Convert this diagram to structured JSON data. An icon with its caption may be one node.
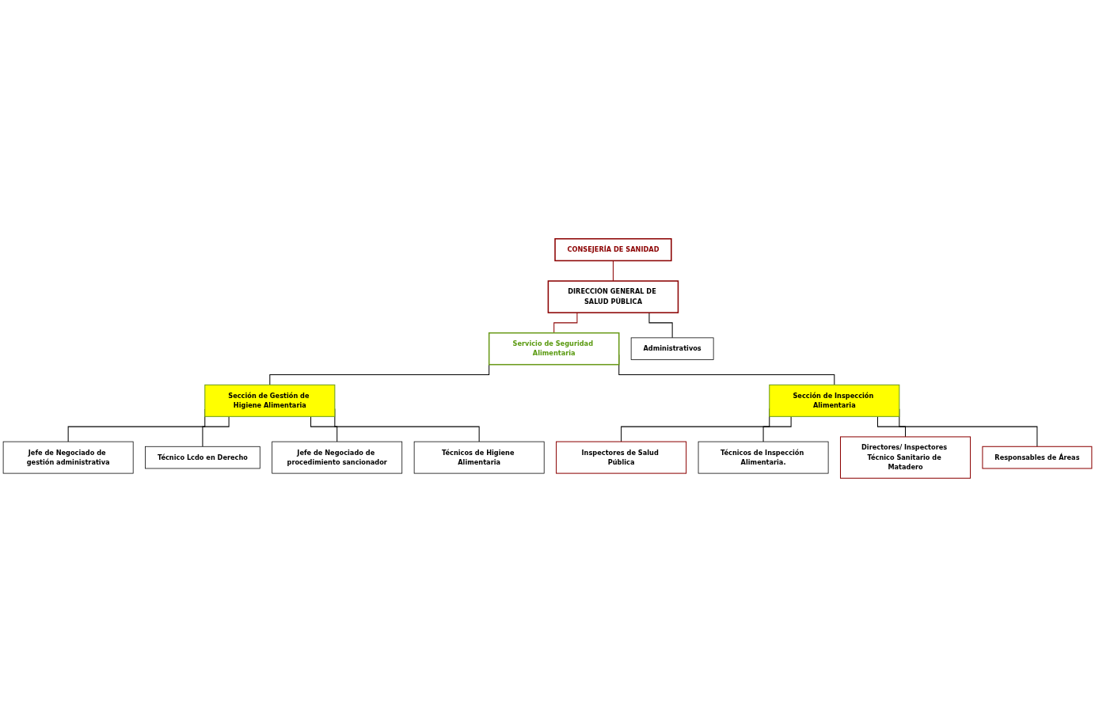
{
  "diagram": {
    "nodes": [
      {
        "text": [
          "CONSEJERÍA DE SANIDAD"
        ]
      },
      {
        "text": [
          "DIRECCIÓN GENERAL DE SALUD PÚBLICA"
        ]
      },
      {
        "text": [
          "Servicio de Seguridad Alimentaria"
        ]
      },
      {
        "text": [
          "Sección de Gestión de Higiene Alimentaria"
        ]
      },
      {
        "text": [
          "Sección de Inspección Alimentaria"
        ]
      },
      {
        "text": [
          "Jefe de Negociado de gestión administrativa"
        ]
      },
      {
        "text": [
          "Responsables de Áreas"
        ]
      },
      {
        "text": [
          "Directores/ Inspectores Técnico Sanitario de Matadero"
        ]
      },
      {
        "text": [
          "Jefe de Negociado de procedimiento sancionador"
        ]
      },
      {
        "text": [
          "Administrativos"
        ]
      },
      {
        "text": [
          "Técnicos de Higiene Alimentaria"
        ]
      },
      {
        "text": [
          "Inspectores de Salud Pública"
        ]
      },
      {
        "text": [
          "Técnicos de Inspección Alimentaria."
        ]
      },
      {
        "text": [
          "Técnico Lcdo en Derecho"
        ]
      }
    ],
    "edges": [
      {
        "from": 0,
        "to": 1,
        "arrow": "none",
        "color": "#8b0000"
      },
      {
        "from": 1,
        "to": 2,
        "arrow": "none",
        "color": "#8b0000"
      },
      {
        "from": 1,
        "to": 9,
        "arrow": "none"
      },
      {
        "from": 2,
        "to": 3,
        "arrow": "none"
      },
      {
        "from": 2,
        "to": 4,
        "arrow": "none"
      },
      {
        "from": 3,
        "to": 5,
        "arrow": "none"
      },
      {
        "from": 3,
        "to": 13,
        "arrow": "none"
      },
      {
        "from": 3,
        "to": 8,
        "arrow": "none"
      },
      {
        "from": 3,
        "to": 10,
        "arrow": "none"
      },
      {
        "from": 4,
        "to": 11,
        "arrow": "none"
      },
      {
        "from": 4,
        "to": 12,
        "arrow": "none"
      },
      {
        "from": 4,
        "to": 7,
        "arrow": "none"
      },
      {
        "from": 4,
        "to": 6,
        "arrow": "none"
      }
    ]
  }
}
